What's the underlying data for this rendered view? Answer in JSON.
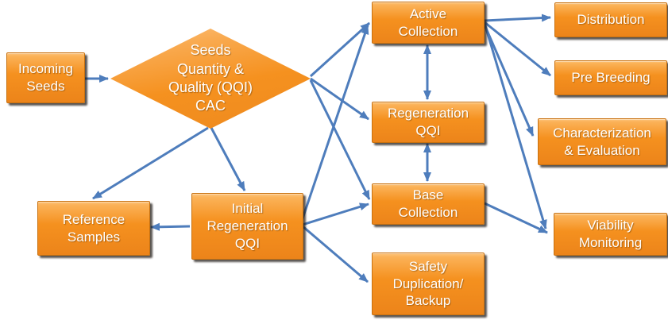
{
  "diagram": {
    "nodes": [
      {
        "id": "incoming-seeds",
        "label": "Incoming\nSeeds",
        "shape": "box"
      },
      {
        "id": "seeds-qqi-cac",
        "label": "Seeds\nQuantity &\nQuality (QQI)\nCAC",
        "shape": "diamond"
      },
      {
        "id": "active-collection",
        "label": "Active\nCollection",
        "shape": "box"
      },
      {
        "id": "regeneration-qqi",
        "label": "Regeneration\nQQI",
        "shape": "box"
      },
      {
        "id": "base-collection",
        "label": "Base\nCollection",
        "shape": "box"
      },
      {
        "id": "safety-duplication",
        "label": "Safety\nDuplication/\nBackup",
        "shape": "box"
      },
      {
        "id": "reference-samples",
        "label": "Reference\nSamples",
        "shape": "box"
      },
      {
        "id": "initial-regeneration-qqi",
        "label": "Initial\nRegeneration\nQQI",
        "shape": "box"
      },
      {
        "id": "distribution",
        "label": "Distribution",
        "shape": "box"
      },
      {
        "id": "pre-breeding",
        "label": "Pre Breeding",
        "shape": "box"
      },
      {
        "id": "characterization-evaluation",
        "label": "Characterization\n& Evaluation",
        "shape": "box"
      },
      {
        "id": "viability-monitoring",
        "label": "Viability\nMonitoring",
        "shape": "box"
      }
    ],
    "edges": [
      {
        "from": "incoming-seeds",
        "to": "seeds-qqi-cac",
        "type": "arrow"
      },
      {
        "from": "seeds-qqi-cac",
        "to": "active-collection",
        "type": "arrow"
      },
      {
        "from": "seeds-qqi-cac",
        "to": "regeneration-qqi",
        "type": "arrow"
      },
      {
        "from": "seeds-qqi-cac",
        "to": "base-collection",
        "type": "arrow"
      },
      {
        "from": "seeds-qqi-cac",
        "to": "reference-samples",
        "type": "arrow"
      },
      {
        "from": "seeds-qqi-cac",
        "to": "initial-regeneration-qqi",
        "type": "arrow"
      },
      {
        "from": "initial-regeneration-qqi",
        "to": "reference-samples",
        "type": "arrow"
      },
      {
        "from": "initial-regeneration-qqi",
        "to": "active-collection",
        "type": "arrow"
      },
      {
        "from": "initial-regeneration-qqi",
        "to": "base-collection",
        "type": "arrow"
      },
      {
        "from": "initial-regeneration-qqi",
        "to": "safety-duplication",
        "type": "arrow"
      },
      {
        "from": "active-collection",
        "to": "regeneration-qqi",
        "type": "double-arrow"
      },
      {
        "from": "regeneration-qqi",
        "to": "base-collection",
        "type": "double-arrow"
      },
      {
        "from": "active-collection",
        "to": "distribution",
        "type": "arrow"
      },
      {
        "from": "active-collection",
        "to": "pre-breeding",
        "type": "arrow"
      },
      {
        "from": "active-collection",
        "to": "characterization-evaluation",
        "type": "arrow"
      },
      {
        "from": "active-collection",
        "to": "viability-monitoring",
        "type": "arrow"
      },
      {
        "from": "base-collection",
        "to": "viability-monitoring",
        "type": "arrow"
      }
    ],
    "colors": {
      "node_fill": "#F5911F",
      "node_fill_light": "#FBB258",
      "node_border": "#C8710F",
      "arrow": "#4E7DBC",
      "text": "#FFFFFF"
    }
  }
}
